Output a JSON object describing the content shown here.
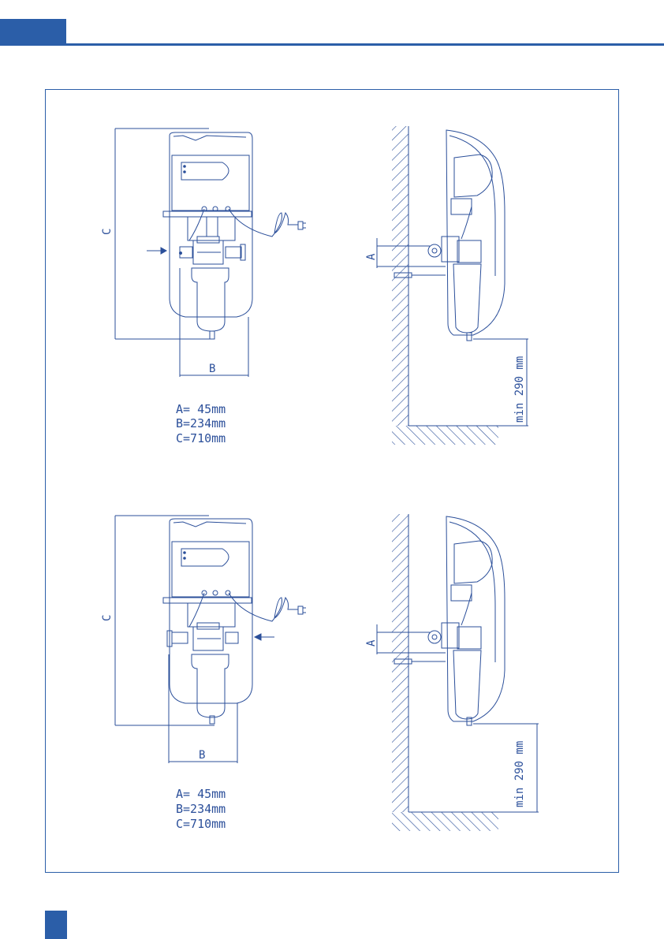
{
  "colors": {
    "accent": "#2b5ea8",
    "line": "#2b4f9a"
  },
  "panels": [
    {
      "front": {
        "label_c": "C",
        "label_b": "B",
        "inlet": "right-to-left arrow on left"
      },
      "dims": {
        "a": "A=  45mm",
        "b": "B=234mm",
        "c": "C=710mm"
      },
      "side": {
        "label_a": "A",
        "clearance": "min  290  mm"
      }
    },
    {
      "front": {
        "label_c": "C",
        "label_b": "B",
        "inlet": "arrow on right"
      },
      "dims": {
        "a": "A=  45mm",
        "b": "B=234mm",
        "c": "C=710mm"
      },
      "side": {
        "label_a": "A",
        "clearance": "min  290  mm"
      }
    }
  ]
}
